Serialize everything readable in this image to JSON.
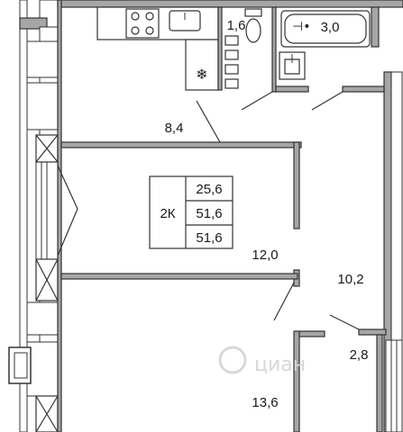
{
  "plan": {
    "apartment_type": "2К",
    "areas": {
      "living": "25,6",
      "total": "51,6",
      "total_with_balcony": "51,6"
    },
    "rooms": {
      "wc": "1,6",
      "bathroom": "3,0",
      "kitchen_hall": "8,4",
      "living_room": "12,0",
      "corridor": "10,2",
      "storage": "2,8",
      "bedroom": "13,6"
    },
    "watermark": "циан",
    "colors": {
      "wall": "#a6a6a6",
      "line": "#333333",
      "background": "#ffffff"
    },
    "icons": [
      "snowflake-icon",
      "toilet-icon",
      "sink-icon",
      "bathtub-icon",
      "stove-icon",
      "watermark-logo-icon"
    ]
  }
}
